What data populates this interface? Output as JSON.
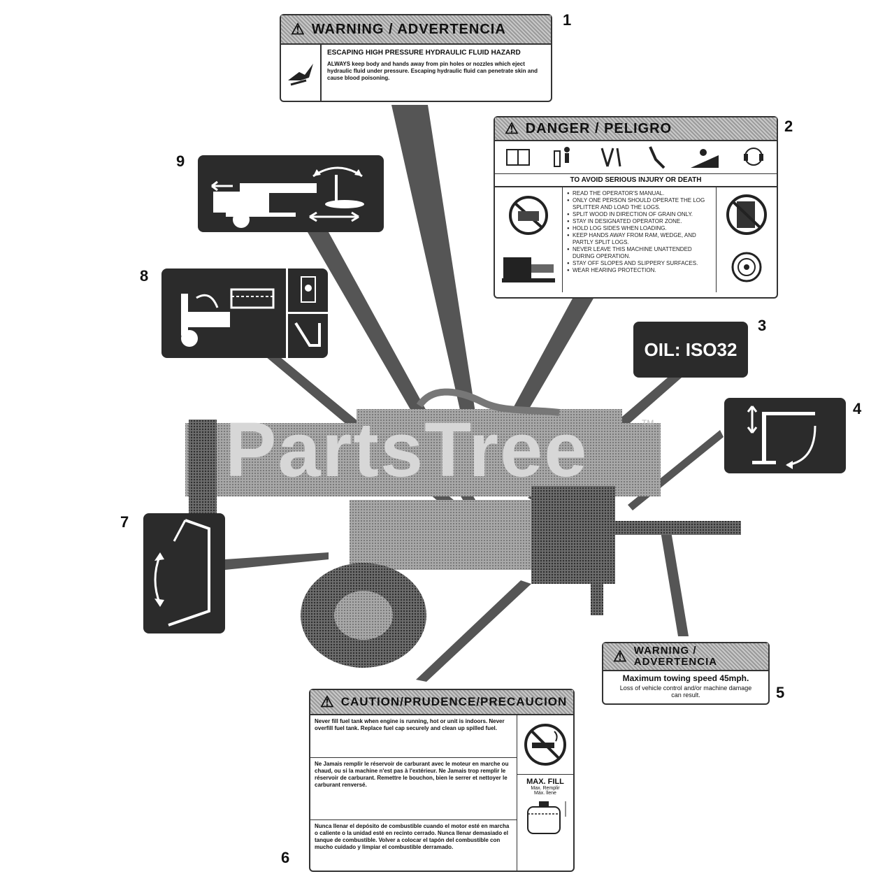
{
  "watermark": {
    "text": "PartsTree",
    "tm": "TM"
  },
  "callouts": [
    "1",
    "2",
    "3",
    "4",
    "5",
    "6",
    "7",
    "8",
    "9"
  ],
  "decal1": {
    "header": "WARNING / ADVERTENCIA",
    "subtitle": "ESCAPING HIGH PRESSURE HYDRAULIC FLUID HAZARD",
    "body": "ALWAYS keep body and hands away from pin holes or nozzles which eject hydraulic fluid under pressure. Escaping hydraulic fluid can penetrate skin and cause blood poisoning."
  },
  "decal2": {
    "header": "DANGER / PELIGRO",
    "subtitle": "TO AVOID SERIOUS INJURY OR DEATH",
    "items": [
      "READ THE OPERATOR'S MANUAL.",
      "ONLY ONE PERSON SHOULD OPERATE THE LOG SPLITTER AND LOAD THE LOGS.",
      "SPLIT WOOD IN DIRECTION OF GRAIN ONLY.",
      "STAY IN DESIGNATED OPERATOR ZONE.",
      "HOLD LOG SIDES WHEN LOADING.",
      "KEEP HANDS AWAY FROM RAM, WEDGE, AND PARTLY SPLIT LOGS.",
      "NEVER LEAVE THIS MACHINE UNATTENDED DURING OPERATION.",
      "STAY OFF SLOPES AND SLIPPERY SURFACES.",
      "WEAR HEARING PROTECTION."
    ]
  },
  "decal3": {
    "text": "OIL: ISO32"
  },
  "decal5": {
    "header": "WARNING / ADVERTENCIA",
    "line1": "Maximum towing speed 45mph.",
    "line2": "Loss of vehicle control and/or machine damage can result."
  },
  "decal6": {
    "header": "CAUTION/PRUDENCE/PRECAUCION",
    "en": "Never fill fuel tank when engine is running, hot or unit is indoors. Never overfill fuel tank. Replace fuel cap securely and clean up spilled fuel.",
    "fr": "Ne Jamais remplir le réservoir de carburant avec le moteur en marche ou chaud, ou si la machine n'est pas à l'extérieur. Ne Jamais trop remplir le réservoir de carburant. Remettre le bouchon, bien le serrer et nettoyer le carburant renversé.",
    "es": "Nunca llenar el depósito de combustible cuando el motor esté en marcha o caliente o la unidad esté en recinto cerrado. Nunca llenar demasiado el tanque de combustible. Volver a colocar el tapón del combustible con mucho cuidado y limpiar el combustible derramado.",
    "maxfill": "MAX. FILL",
    "maxfill_fr": "Max. Remplir",
    "maxfill_es": "Máx. llene"
  },
  "colors": {
    "decal_dark": "#2b2b2b",
    "header_gray": "#b0b0b0",
    "machine_gray": "#8a8a8a"
  }
}
